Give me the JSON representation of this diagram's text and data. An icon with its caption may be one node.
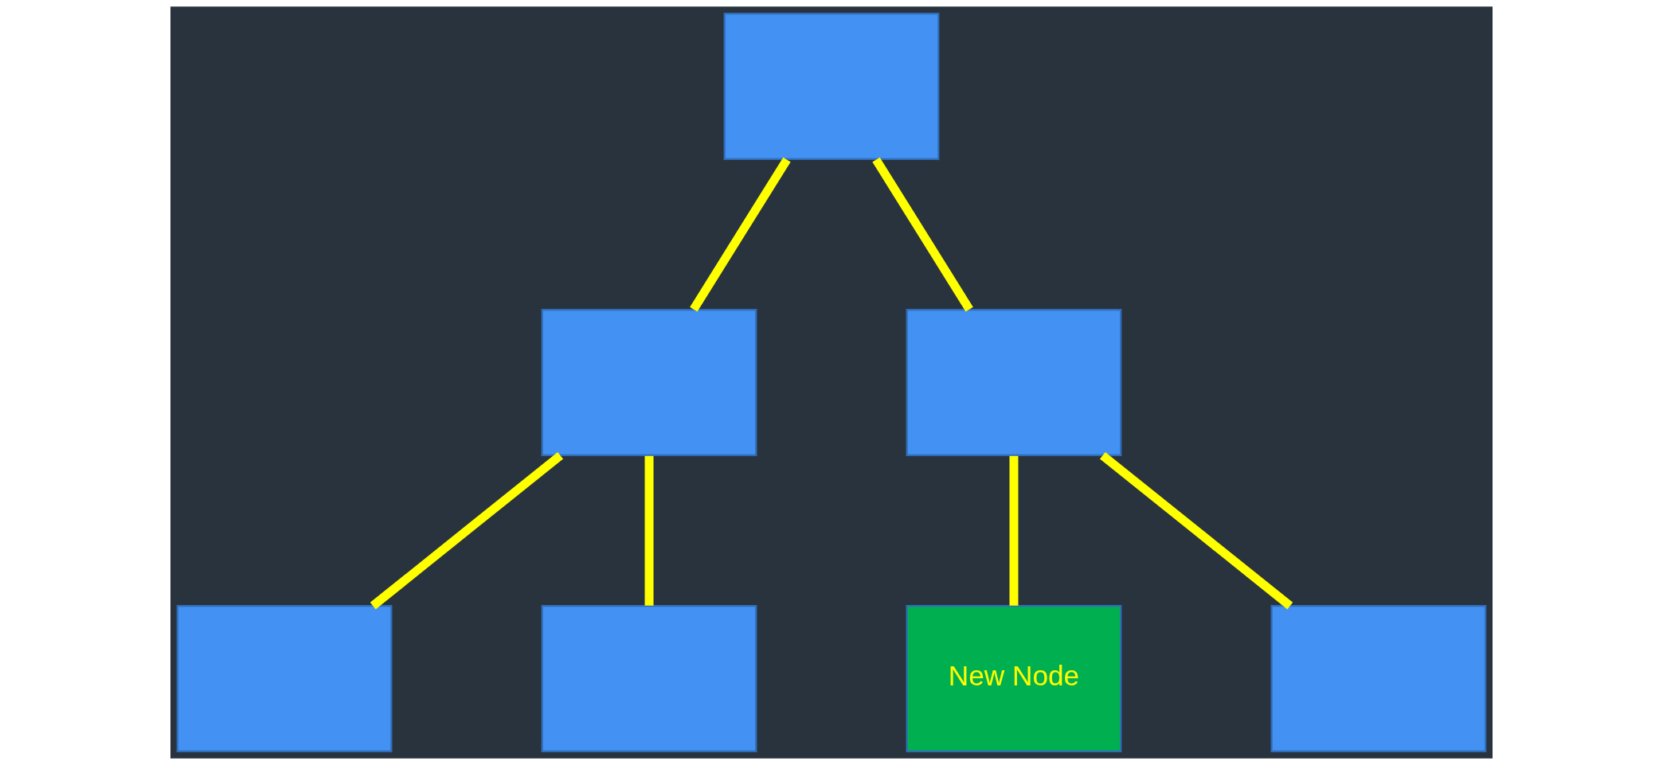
{
  "diagram": {
    "nodes": [
      {
        "text": [],
        "shape": "box"
      },
      {
        "text": [],
        "shape": "box"
      },
      {
        "text": [],
        "shape": "box"
      },
      {
        "text": [],
        "shape": "box"
      },
      {
        "text": [],
        "shape": "box"
      },
      {
        "text": [
          "New Node"
        ]
      },
      {
        "text": [],
        "shape": "box"
      }
    ],
    "edges": [
      {
        "from": 0,
        "to": 1,
        "arrow": "none"
      },
      {
        "from": 0,
        "to": 2,
        "arrow": "none"
      },
      {
        "from": 1,
        "to": 3,
        "arrow": "none"
      },
      {
        "from": 1,
        "to": 4,
        "arrow": "none"
      },
      {
        "from": 2,
        "to": 5,
        "arrow": "none"
      },
      {
        "from": 2,
        "to": 6,
        "arrow": "none"
      }
    ]
  }
}
